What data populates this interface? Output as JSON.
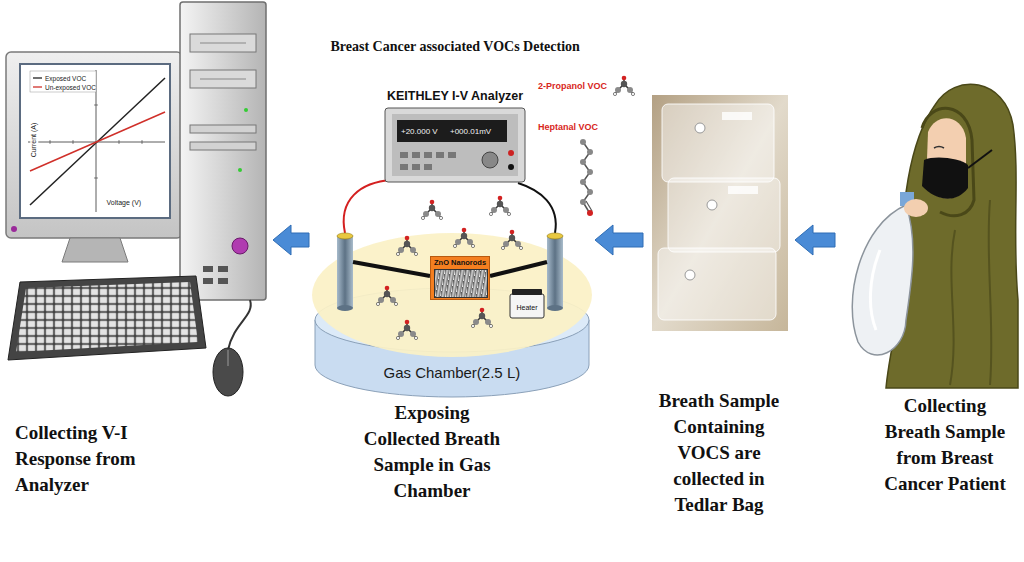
{
  "diagram": {
    "title": "Breast Cancer associated VOCs Detection",
    "nodes": [
      {
        "text": [
          "Collecting V-I Response from Analyzer"
        ]
      },
      {
        "text": [
          "Exposing Collected Breath Sample in Gas Chamber"
        ]
      },
      {
        "text": [
          "ZnO Nanorods"
        ],
        "in": 1
      },
      {
        "text": [
          "Breath Sample Containing VOCS are collected in Tedlar Bag"
        ]
      },
      {
        "text": [
          "Collecting Breath Sample from Breast Cancer Patient"
        ]
      }
    ],
    "edges": [
      {
        "from": 4,
        "to": 3,
        "arrow": "to"
      },
      {
        "from": 3,
        "to": 1,
        "arrow": "to"
      },
      {
        "from": 1,
        "to": 0,
        "arrow": "to"
      }
    ],
    "labels": [
      "KEITHLEY I-V Analyzer",
      "+20.000 V",
      "+000.01mV",
      "2-Propanol VOC",
      "Heptanal VOC",
      "Heater",
      "Gas Chamber(2.5 L)",
      "Current (A)",
      "Voltage (V)"
    ],
    "legend": [
      {
        "text": "Exposed VOC"
      },
      {
        "text": "Un-exposed VOC"
      }
    ]
  }
}
